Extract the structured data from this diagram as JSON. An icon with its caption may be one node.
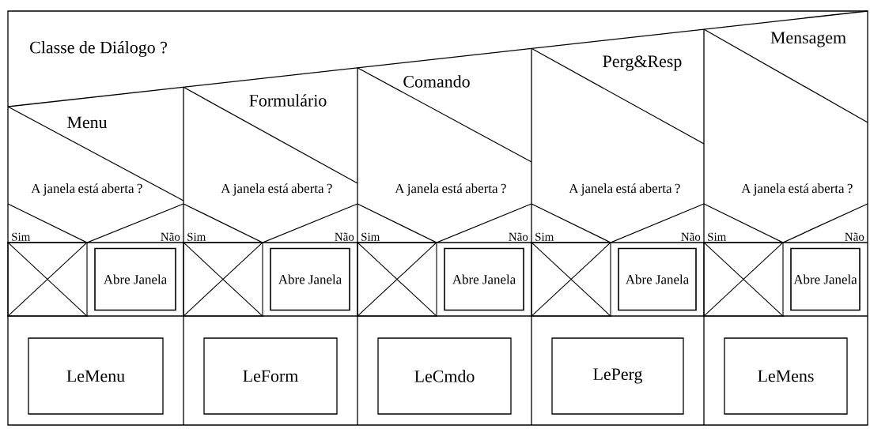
{
  "diagram": {
    "nodes": [
      {
        "text": [
          "Classe de Diálogo ?"
        ]
      },
      {
        "text": [
          "Menu"
        ]
      },
      {
        "text": [
          "Formulário"
        ]
      },
      {
        "text": [
          "Comando"
        ]
      },
      {
        "text": [
          "Perg&Resp"
        ]
      },
      {
        "text": [
          "Mensagem"
        ]
      },
      {
        "text": [
          "A janela está aberta ?"
        ]
      },
      {
        "text": [
          "A janela está aberta ?"
        ]
      },
      {
        "text": [
          "A janela está aberta ?"
        ]
      },
      {
        "text": [
          "A janela está aberta ?"
        ]
      },
      {
        "text": [
          "A janela está aberta ?"
        ]
      },
      {
        "text": [],
        "shape": "box"
      },
      {
        "text": [
          "Abre Janela"
        ]
      },
      {
        "text": [],
        "shape": "box"
      },
      {
        "text": [
          "Abre Janela"
        ]
      },
      {
        "text": [],
        "shape": "box"
      },
      {
        "text": [
          "Abre Janela"
        ]
      },
      {
        "text": [],
        "shape": "box"
      },
      {
        "text": [
          "Abre Janela"
        ]
      },
      {
        "text": [],
        "shape": "box"
      },
      {
        "text": [
          "Abre Janela"
        ]
      },
      {
        "text": [
          "LeMenu"
        ]
      },
      {
        "text": [
          "LeForm"
        ]
      },
      {
        "text": [
          "LeCmdo"
        ]
      },
      {
        "text": [
          "LePerg"
        ]
      },
      {
        "text": [
          "LeMens"
        ]
      }
    ],
    "labels": [
      "Sim",
      "Não",
      "Sim",
      "Não",
      "Sim",
      "Não",
      "Sim",
      "Não",
      "Sim",
      "Não"
    ]
  }
}
